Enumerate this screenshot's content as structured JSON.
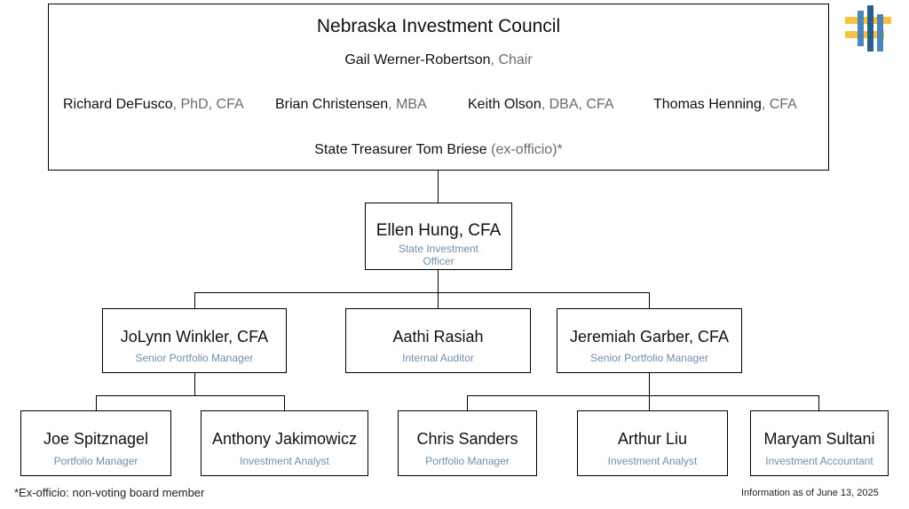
{
  "council": {
    "title": "Nebraska Investment Council",
    "chair": {
      "name": "Gail Werner-Robertson",
      "cred": ", Chair"
    },
    "members": [
      {
        "name": "Richard DeFusco",
        "cred": ", PhD, CFA"
      },
      {
        "name": "Brian Christensen",
        "cred": ", MBA"
      },
      {
        "name": "Keith Olson",
        "cred": ", DBA, CFA"
      },
      {
        "name": "Thomas Henning",
        "cred": ", CFA"
      }
    ],
    "treasurer": {
      "name": "State Treasurer Tom Briese",
      "cred": " (ex-officio)*"
    }
  },
  "sio": {
    "name": "Ellen Hung, CFA",
    "role_line1": "State Investment",
    "role_line2": "Officer"
  },
  "level2": [
    {
      "name": "JoLynn Winkler, CFA",
      "role": "Senior Portfolio Manager"
    },
    {
      "name": "Aathi Rasiah",
      "role": "Internal Auditor"
    },
    {
      "name": "Jeremiah Garber, CFA",
      "role": "Senior Portfolio Manager"
    }
  ],
  "level3": [
    {
      "name": "Joe Spitznagel",
      "role": "Portfolio Manager"
    },
    {
      "name": "Anthony Jakimowicz",
      "role": "Investment Analyst"
    },
    {
      "name": "Chris Sanders",
      "role": "Portfolio Manager"
    },
    {
      "name": "Arthur Liu",
      "role": "Investment Analyst"
    },
    {
      "name": "Maryam Sultani",
      "role": "Investment Accountant"
    }
  ],
  "footer": {
    "note": "*Ex-officio: non-voting board member",
    "as_of": "Information as of June 13, 2025"
  },
  "logo": {
    "icon": "nic-logo-icon",
    "colors": [
      "#f5c242",
      "#4a86b8",
      "#2b5f8a"
    ]
  }
}
